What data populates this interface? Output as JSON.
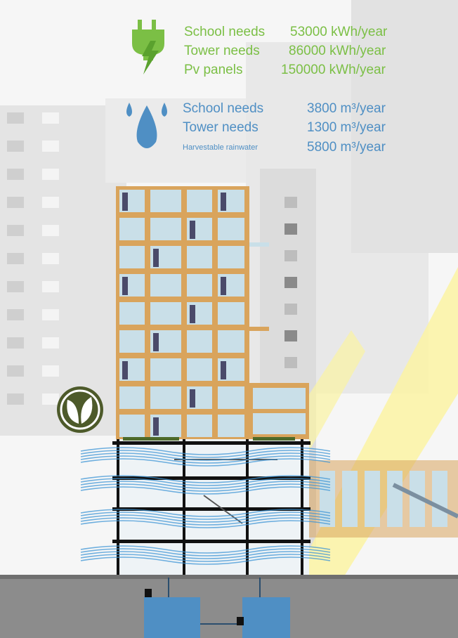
{
  "energy": {
    "icon": "plug-lightning-icon",
    "color": "#7bbf45",
    "rows": [
      {
        "label": "School needs",
        "value": "53000 kWh/year"
      },
      {
        "label": "Tower needs",
        "value": "86000 kWh/year"
      },
      {
        "label": "Pv panels",
        "value": "150000 kWh/year"
      }
    ]
  },
  "water": {
    "icon": "water-drops-icon",
    "color": "#4f8fc4",
    "rows": [
      {
        "label": "School needs",
        "value": "3800 m³/year"
      },
      {
        "label": "Tower needs",
        "value": "1300 m³/year"
      },
      {
        "label": "Harvestable rainwater",
        "value": "5800 m³/year"
      }
    ]
  },
  "icons": {
    "leaf": "leaf-circle-icon"
  },
  "colors": {
    "timber": "#d9a45c",
    "glass": "#c9dfe8",
    "wind": "#3f95d6",
    "sun": "#fbf3a3",
    "ground": "#8a8a8a",
    "tank": "#4f8fc4",
    "leaf": "#4d5a2a"
  }
}
